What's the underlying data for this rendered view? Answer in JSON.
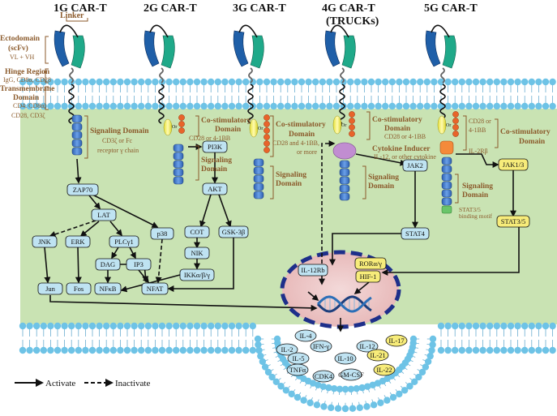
{
  "headers": {
    "g1": "1G CAR-T",
    "g2": "2G CAR-T",
    "g3": "3G CAR-T",
    "g4": "4G CAR-T",
    "g4_sub": "(TRUCKs)",
    "g5": "5G CAR-T"
  },
  "labels": {
    "ectodomain": "Ectodomain",
    "scfv": "(scFv)",
    "vl_vh": "VL + VH",
    "linker": "Linker",
    "hinge": "Hinge Region",
    "hinge_sub": "IgG, CD8α, CD28",
    "transmembrane": "Transmembrane",
    "domain": "Domain",
    "tm_sub1": "CD4, CD8α,",
    "tm_sub2": "CD28, CD3ζ",
    "signaling_domain": "Signaling Domain",
    "cd3z_fc": "CD3ζ or Fc",
    "receptor_chain": "receptor γ chain",
    "costim": "Co-stimulatory",
    "cd28_41bb": "CD28 or 4-1BB",
    "signaling": "Signaling",
    "cd28_and_41bb": "CD28 and 4-1BB,",
    "or_more": "or more",
    "cytokine_inducer": "Cytokine Inducer",
    "il12_other": "IL-12, or other cytokine",
    "cd28_or": "CD28 or",
    "bb_41": "4-1BB",
    "il2rb": "IL-2Rβ",
    "stat_motif1": "STAT3/5",
    "stat_motif2": "binding motif"
  },
  "or_label": "Or",
  "nodes": {
    "zap70": "ZAP70",
    "lat": "LAT",
    "jnk": "JNK",
    "erk": "ERK",
    "plcg1": "PLCγ1",
    "p38": "p38",
    "dag": "DAG",
    "ip3": "IP3",
    "jun": "Jun",
    "fos": "Fos",
    "nfkb": "NFκB",
    "nfat": "NFAT",
    "pi3k": "PI3K",
    "akt": "AKT",
    "cot": "COT",
    "nik": "NIK",
    "gsk3b": "GSK-3β",
    "ikk": "IKKα/β/γ",
    "jak2": "JAK2",
    "stat4": "STAT4",
    "jak13": "JAK1/3",
    "stat35": "STAT3/5",
    "il12rb": "IL-12Rb",
    "rorgt": "RORα/γ",
    "hif1": "HIF-1"
  },
  "cytokines": {
    "il4": "IL-4",
    "il2": "IL-2",
    "ifng": "IFN-γ",
    "il5": "IL-5",
    "il10": "IL-10",
    "tnfa": "TNFα",
    "cdk4": "CDK4",
    "gmcsf": "GM-CSF",
    "il12": "IL-12",
    "il17": "IL-17",
    "il21": "IL-21",
    "il22": "IL-22"
  },
  "legend": {
    "activate": "Activate",
    "inactivate": "Inactivate"
  },
  "colors": {
    "node_fill": "#bfe3f2",
    "yellow_fill": "#f7ec7a",
    "cytokine_blue": "#bfe3f2",
    "cytokine_yellow": "#f7ec7a",
    "membrane_head": "#6ec3e6",
    "brown_text": "#8b5a2b",
    "nucleus_border": "#1e2f8a"
  }
}
